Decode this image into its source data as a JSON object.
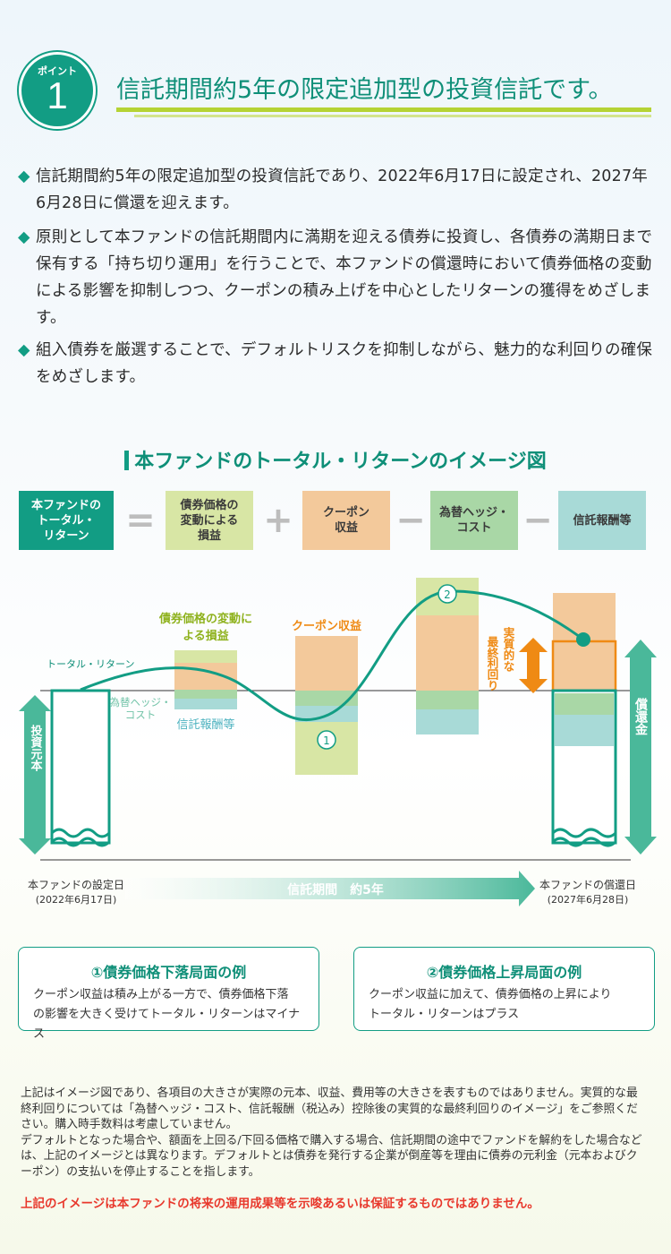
{
  "header": {
    "badge_label": "ポイント",
    "badge_number": "1",
    "title": "信託期間約5年の限定追加型の投資信託です。"
  },
  "bullets": [
    "信託期間約5年の限定追加型の投資信託であり、2022年6月17日に設定され、2027年6月28日に償還を迎えます。",
    "原則として本ファンドの信託期間内に満期を迎える債券に投資し、各債券の満期日まで保有する「持ち切り運用」を行うことで、本ファンドの償還時において債券価格の変動による影響を抑制しつつ、クーポンの積み上げを中心としたリターンの獲得をめざします。",
    "組入債券を厳選することで、デフォルトリスクを抑制しながら、魅力的な利回りの確保をめざします。"
  ],
  "diagram": {
    "title": "本ファンドのトータル・リターンのイメージ図",
    "equation": {
      "total": [
        "本ファンドの",
        "トータル・",
        "リターン"
      ],
      "bond_price": [
        "債券価格の",
        "変動による",
        "損益"
      ],
      "coupon": [
        "クーポン",
        "収益"
      ],
      "hedge": [
        "為替ヘッジ・",
        "コスト"
      ],
      "fee": "信託報酬等",
      "eq_sign": "=",
      "plus_sign": "+",
      "minus_sign": "−"
    },
    "colors": {
      "teal": "#129d84",
      "bond": "#d8e6a5",
      "coupon": "#f3c99b",
      "hedge": "#a9d7a6",
      "fee": "#a8dad7",
      "orange": "#ef8a14"
    },
    "labels": {
      "total_return": "トータル・リターン",
      "bond_change": [
        "債券価格の変動に",
        "よる損益"
      ],
      "coupon_income": "クーポン収益",
      "hedge_cost": [
        "為替ヘッジ・",
        "コスト"
      ],
      "fee": "信託報酬等",
      "circle1": "1",
      "circle2": "2",
      "final_yield": [
        "最終",
        "利回り"
      ],
      "real_yield": [
        "実質的な"
      ],
      "principal": "投資元本",
      "redemption": "償還金",
      "start_date": "本ファンドの設定日",
      "start_date_sub": "(2022年6月17日)",
      "period": "信託期間　約5年",
      "end_date": "本ファンドの償還日",
      "end_date_sub": "(2027年6月28日)"
    }
  },
  "examples": [
    {
      "title": "①債券価格下落局面の例",
      "body": [
        "クーポン収益は積み上がる一方で、債券価格下落",
        "の影響を大きく受けてトータル・リターンはマイナス"
      ]
    },
    {
      "title": "②債券価格上昇局面の例",
      "body": [
        "クーポン収益に加えて、債券価格の上昇により",
        "トータル・リターンはプラス"
      ]
    }
  ],
  "notes": [
    "上記はイメージ図であり、各項目の大きさが実際の元本、収益、費用等の大きさを表すものではありません。実質的な最終利回りについては「為替ヘッジ・コスト、信託報酬（税込み）控除後の実質的な最終利回りのイメージ」をご参照ください。購入時手数料は考慮していません。",
    "デフォルトとなった場合や、額面を上回る/下回る価格で購入する場合、信託期間の途中でファンドを解約をした場合などは、上記のイメージとは異なります。デフォルトとは債券を発行する企業が倒産等を理由に債券の元利金（元本およびクーポン）の支払いを停止することを指します。"
  ],
  "warning": "上記のイメージは本ファンドの将来の運用成果等を示唆あるいは保証するものではありません。"
}
